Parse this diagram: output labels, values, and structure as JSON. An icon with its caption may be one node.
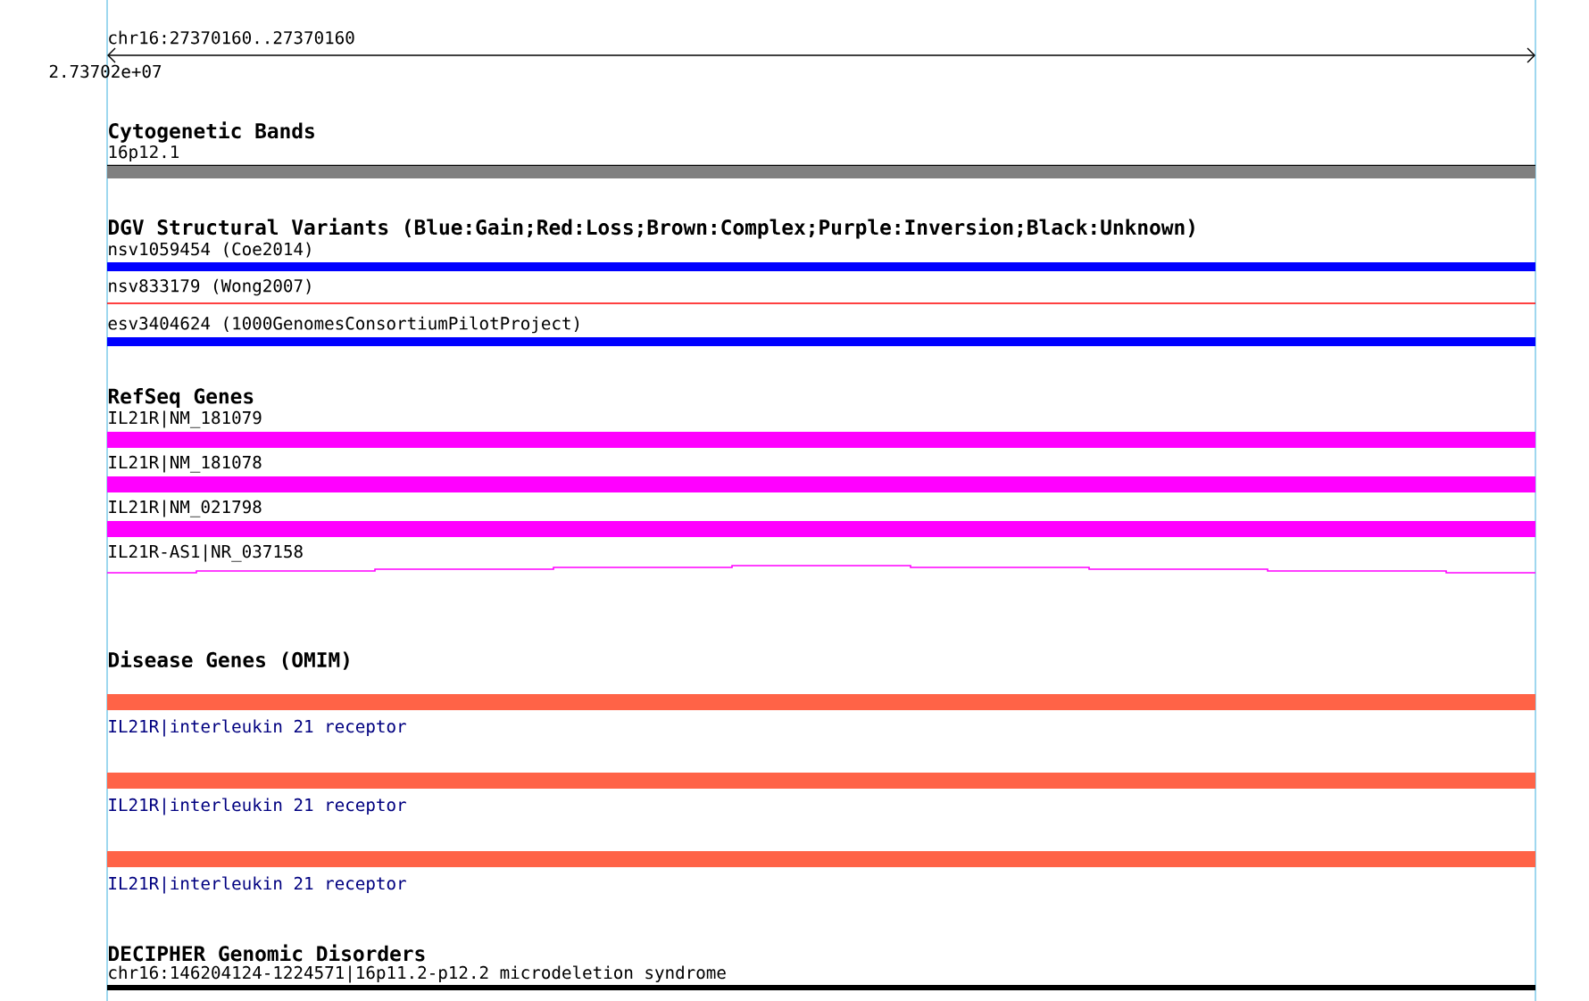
{
  "diagram": {
    "labels": [
      "chr16:27370160..27370160",
      "2.73702e+07",
      "Cytogenetic Bands",
      "16p12.1",
      "DGV Structural Variants (Blue:Gain;Red:Loss;Brown:Complex;Purple:Inversion;Black:Unknown)",
      "nsv1059454 (Coe2014)",
      "nsv833179 (Wong2007)",
      "esv3404624 (1000GenomesConsortiumPilotProject)",
      "RefSeq Genes",
      "IL21R|NM_181079",
      "IL21R|NM_181078",
      "IL21R|NM_021798",
      "IL21R-AS1|NR_037158",
      "Disease Genes (OMIM)",
      "IL21R|interleukin 21 receptor",
      "IL21R|interleukin 21 receptor",
      "IL21R|interleukin 21 receptor",
      "DECIPHER Genomic Disorders",
      "chr16:146204124-1224571|16p11.2-p12.2 microdeletion syndrome"
    ]
  }
}
